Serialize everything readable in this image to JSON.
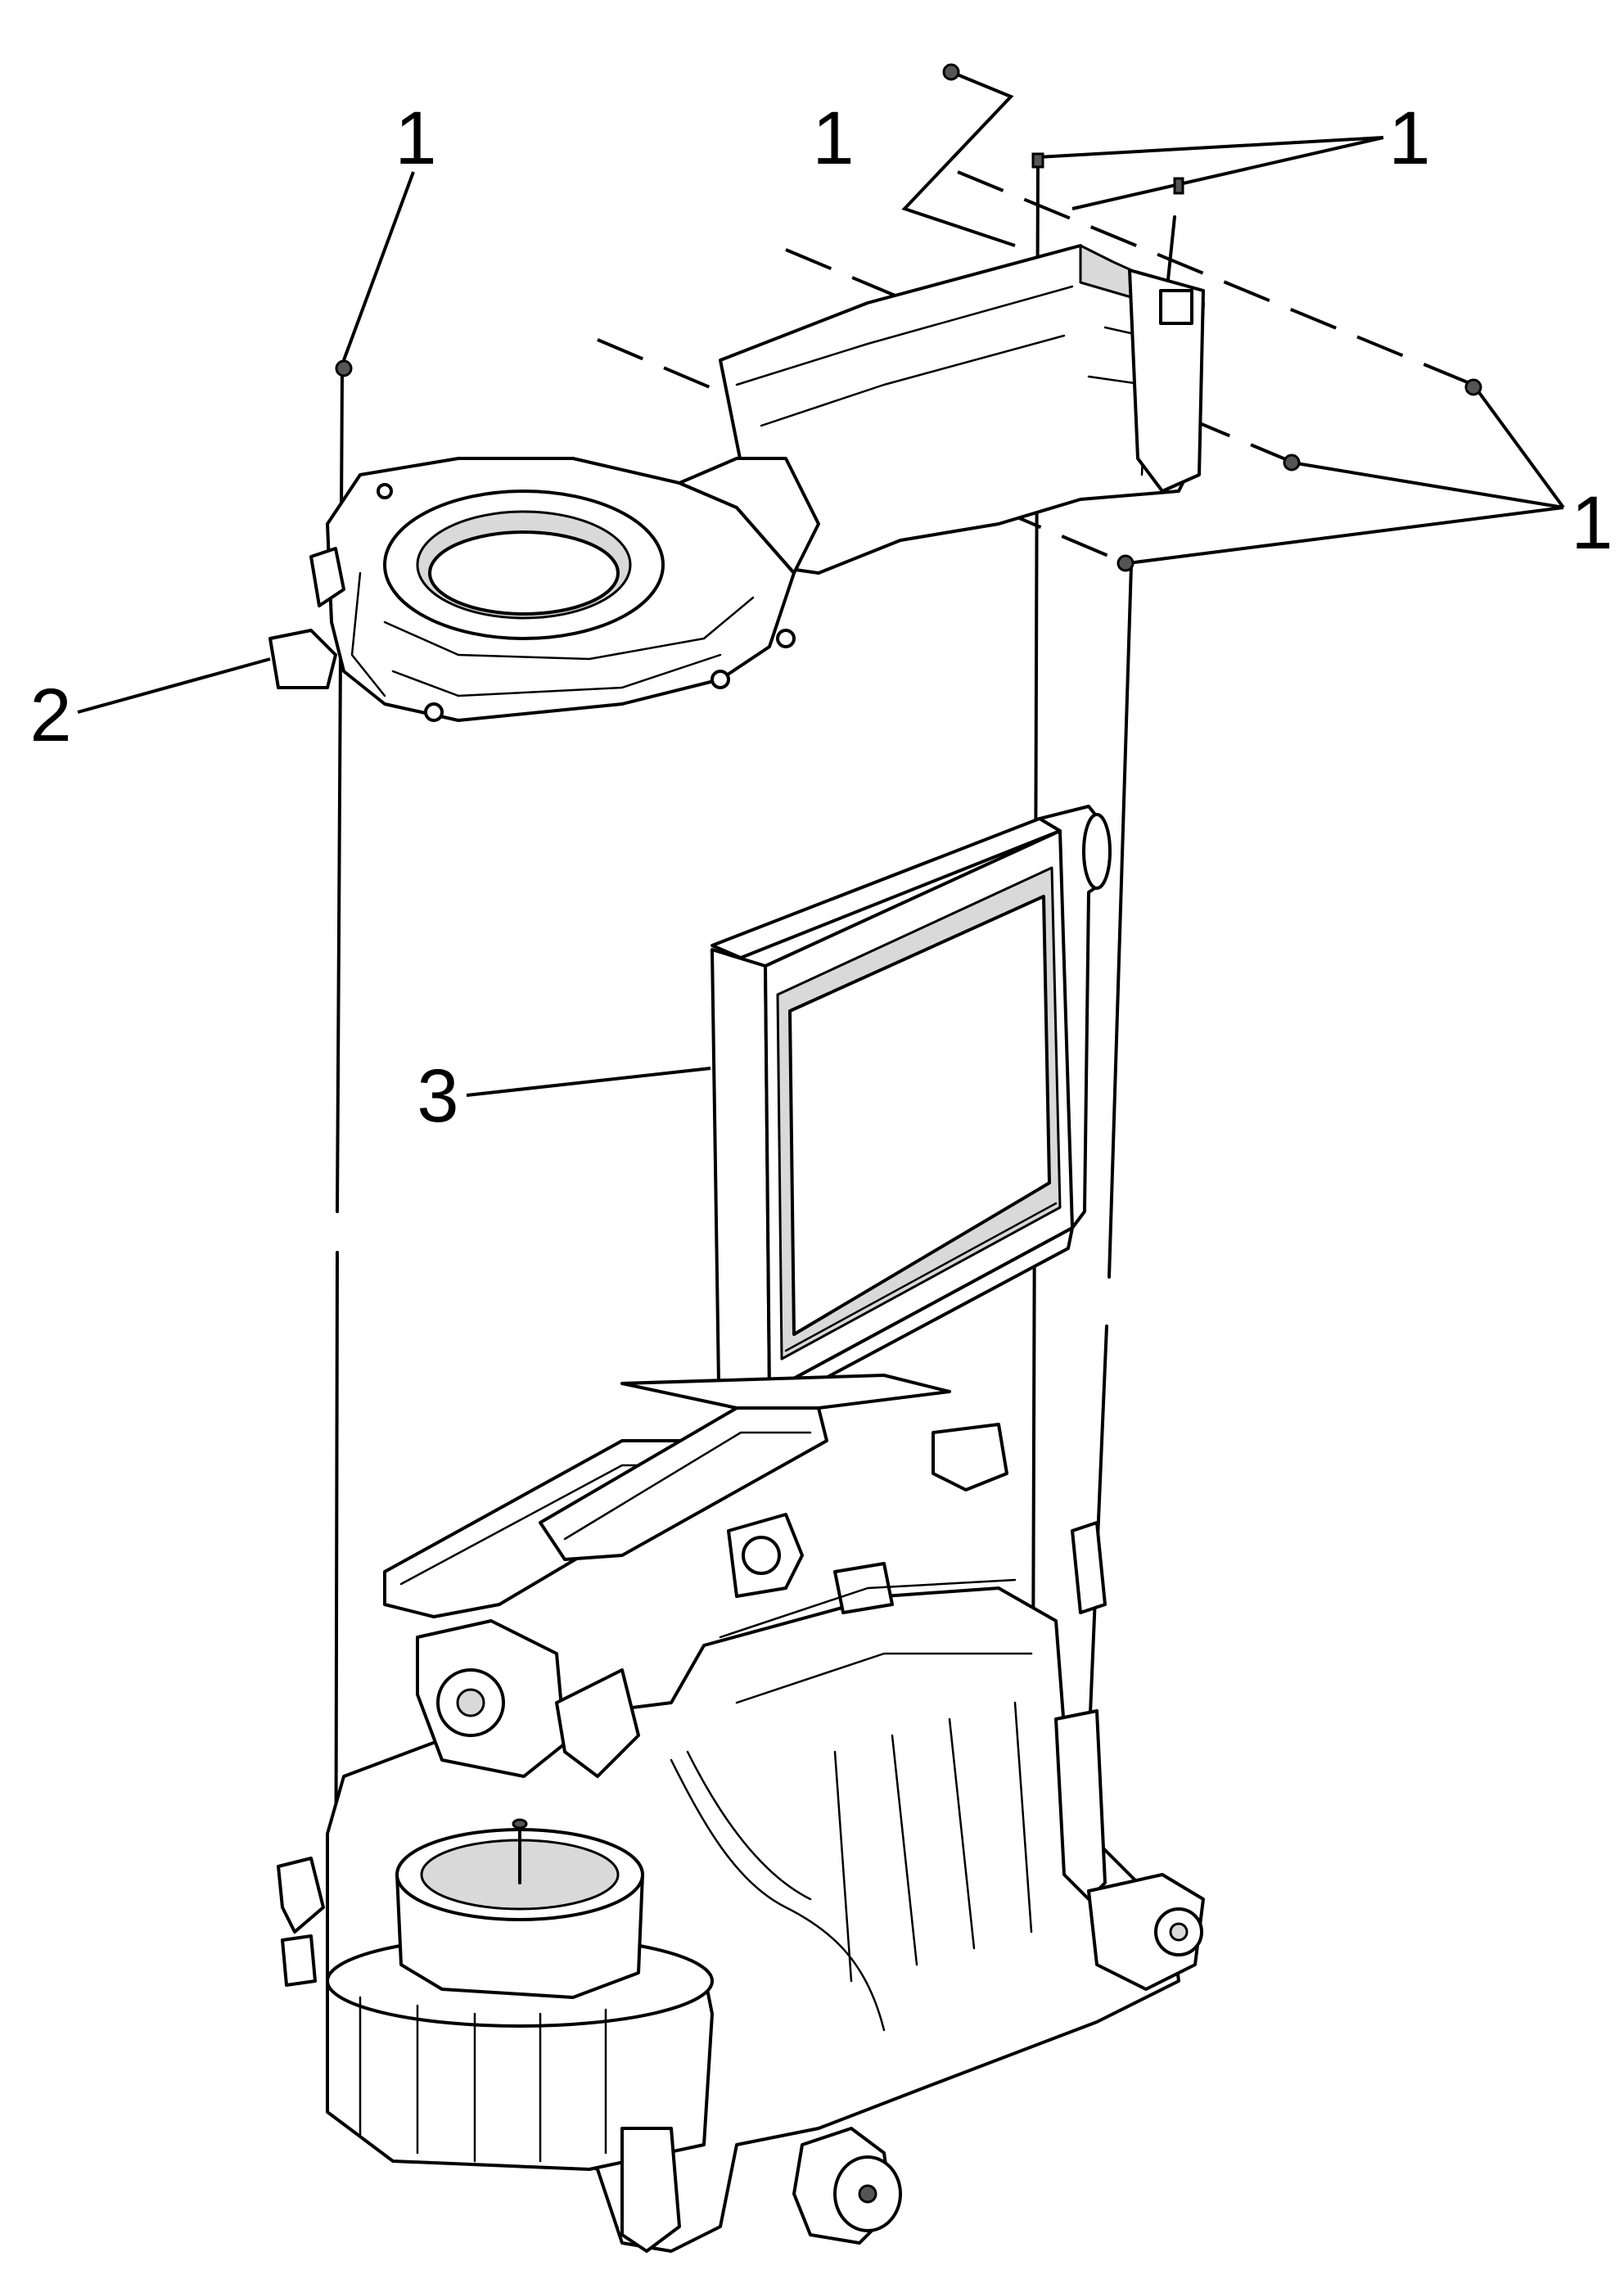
{
  "callouts": [
    {
      "id": "c1a",
      "label": "1"
    },
    {
      "id": "c1b",
      "label": "1"
    },
    {
      "id": "c1c",
      "label": "1"
    },
    {
      "id": "c1d",
      "label": "1"
    },
    {
      "id": "c2",
      "label": "2"
    },
    {
      "id": "c3",
      "label": "3"
    }
  ]
}
